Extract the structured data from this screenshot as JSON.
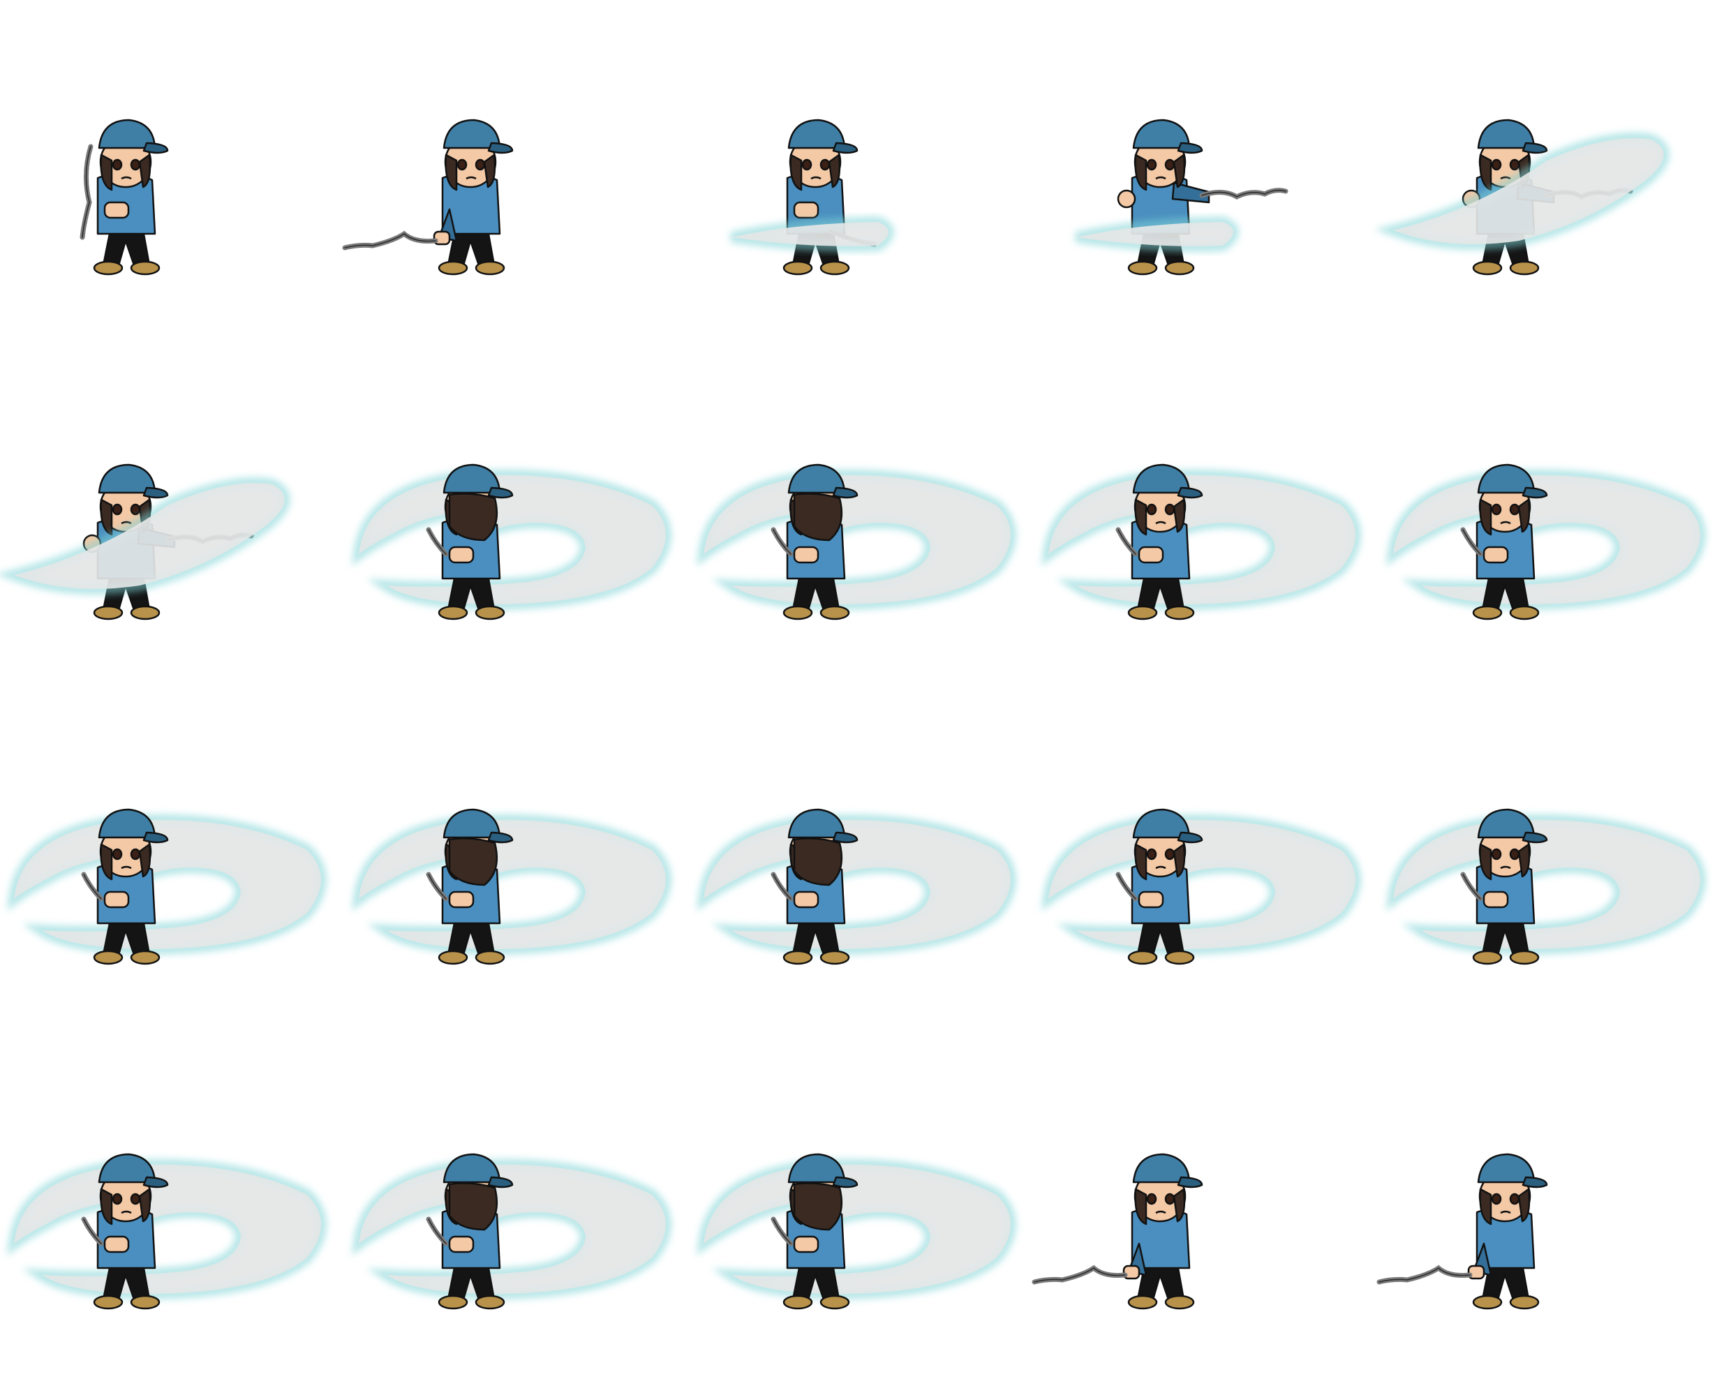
{
  "sheet": {
    "columns": 5,
    "rows": 4,
    "background": "#ffffff"
  },
  "palette": {
    "cap": "#3f7fa6",
    "cap_dark": "#2b5f80",
    "jacket": "#4a8fbf",
    "jacket_dark": "#336f99",
    "hair": "#3a2a22",
    "skin": "#f3c9a6",
    "pants": "#141414",
    "shoes": "#b8924a",
    "blade": "#7a7a7a",
    "swirl_fill": "#e4e6e6",
    "swirl_glow": "#7fd3d6"
  },
  "frames": [
    {
      "index": 1,
      "pose": "idle-blade-down",
      "swirl": "none"
    },
    {
      "index": 2,
      "pose": "draw-blade-left",
      "swirl": "none"
    },
    {
      "index": 3,
      "pose": "swing-start",
      "swirl": "small"
    },
    {
      "index": 4,
      "pose": "thrust-right",
      "swirl": "small"
    },
    {
      "index": 5,
      "pose": "thrust-right",
      "swirl": "half"
    },
    {
      "index": 6,
      "pose": "thrust-right",
      "swirl": "half"
    },
    {
      "index": 7,
      "pose": "spin-back",
      "swirl": "full"
    },
    {
      "index": 8,
      "pose": "spin-back",
      "swirl": "full"
    },
    {
      "index": 9,
      "pose": "spin-front",
      "swirl": "full"
    },
    {
      "index": 10,
      "pose": "spin-front",
      "swirl": "full"
    },
    {
      "index": 11,
      "pose": "spin-front",
      "swirl": "full"
    },
    {
      "index": 12,
      "pose": "spin-back",
      "swirl": "full"
    },
    {
      "index": 13,
      "pose": "spin-back",
      "swirl": "full"
    },
    {
      "index": 14,
      "pose": "spin-front",
      "swirl": "full"
    },
    {
      "index": 15,
      "pose": "spin-front",
      "swirl": "full"
    },
    {
      "index": 16,
      "pose": "spin-front",
      "swirl": "full"
    },
    {
      "index": 17,
      "pose": "spin-back",
      "swirl": "full"
    },
    {
      "index": 18,
      "pose": "spin-back",
      "swirl": "full"
    },
    {
      "index": 19,
      "pose": "recover-blade-left",
      "swirl": "none"
    },
    {
      "index": 20,
      "pose": "recover-blade-left",
      "swirl": "none"
    }
  ]
}
